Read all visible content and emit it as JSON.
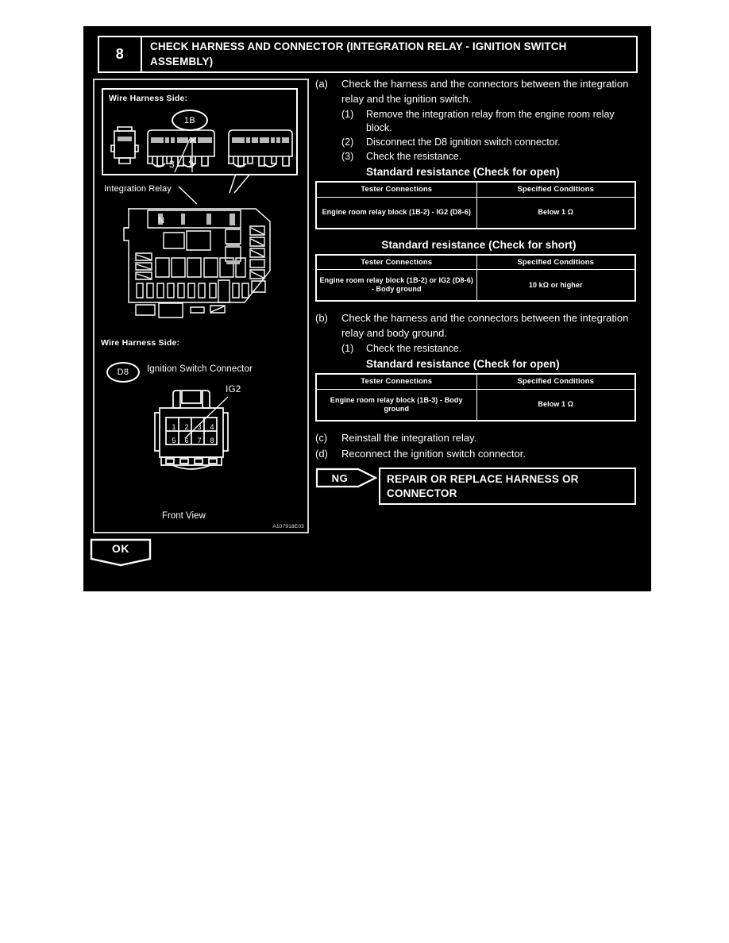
{
  "step": {
    "number": "8",
    "title": "CHECK HARNESS AND CONNECTOR (INTEGRATION RELAY - IGNITION SWITCH ASSEMBLY)"
  },
  "illustration": {
    "harness_side_label_top": "Wire Harness Side:",
    "connector_tag_1b": "1B",
    "pin_label_3": "3",
    "pin_label_2": "2",
    "integration_relay_label": "Integration Relay",
    "harness_side_label_bottom": "Wire Harness Side:",
    "connector_tag_d8": "D8",
    "d8_title": "Ignition Switch Connector",
    "ig2_label": "IG2",
    "front_view_label": "Front View",
    "connector_pins": [
      "1",
      "2",
      "3",
      "4",
      "5",
      "6",
      "7",
      "8"
    ],
    "figure_id": "A107918E03"
  },
  "procedures": [
    {
      "marker": "(a)",
      "text": "Check the harness and the connectors between the integration relay and the ignition switch.",
      "substeps": [
        {
          "marker": "(1)",
          "text": "Remove the integration relay from the engine room relay block."
        },
        {
          "marker": "(2)",
          "text": "Disconnect the D8 ignition switch connector."
        },
        {
          "marker": "(3)",
          "text": "Check the resistance."
        }
      ]
    },
    {
      "marker": "(b)",
      "text": "Check the harness and the connectors between the integration relay and body ground.",
      "substeps": [
        {
          "marker": "(1)",
          "text": "Check the resistance."
        }
      ]
    },
    {
      "marker": "(c)",
      "text": "Reinstall the integration relay."
    },
    {
      "marker": "(d)",
      "text": "Reconnect the ignition switch connector."
    }
  ],
  "tables": [
    {
      "heading": "Standard resistance (Check for open)",
      "headers": [
        "Tester Connections",
        "Specified Conditions"
      ],
      "rows": [
        [
          "Engine room relay block (1B-2) - IG2 (D8-6)",
          "Below 1 Ω"
        ]
      ]
    },
    {
      "heading": "Standard resistance (Check for short)",
      "headers": [
        "Tester Connections",
        "Specified Conditions"
      ],
      "rows": [
        [
          "Engine room relay block (1B-2) or IG2 (D8-6) - Body ground",
          "10 kΩ or higher"
        ]
      ]
    },
    {
      "heading": "Standard resistance (Check for open)",
      "headers": [
        "Tester Connections",
        "Specified Conditions"
      ],
      "rows": [
        [
          "Engine room relay block (1B-3) - Body ground",
          "Below 1 Ω"
        ]
      ]
    }
  ],
  "results": {
    "ng_label": "NG",
    "ng_action": "REPAIR OR REPLACE HARNESS OR CONNECTOR",
    "ok_label": "OK"
  },
  "colors": {
    "background": "#000000",
    "foreground": "#ffffff",
    "page": "#ffffff",
    "panel_border": "#cfcfcf"
  }
}
